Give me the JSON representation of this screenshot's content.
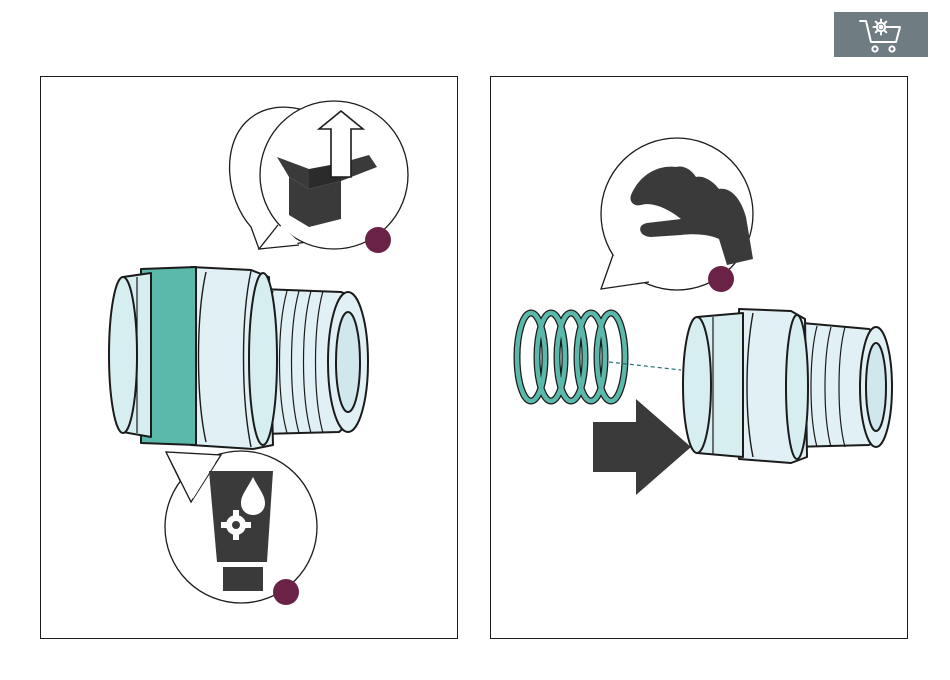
{
  "toolbar": {
    "button_icon": "cart-gear-icon",
    "button_color": "#6f7c82"
  },
  "colors": {
    "teal": "#5bb9ab",
    "light_teal": "#d7eef0",
    "pale_blue": "#e1f0f4",
    "dark": "#3a3a3a",
    "accent_dot": "#6a2346",
    "outline": "#1b1b1b"
  },
  "panels": [
    {
      "id": "step-remove",
      "callouts": [
        {
          "icon": "unpacking-box-icon",
          "marker": "accent-dot"
        },
        {
          "icon": "grease-tube-icon",
          "marker": "accent-dot"
        }
      ],
      "part": "threaded-coupling-with-teal-ring"
    },
    {
      "id": "step-insert-spring",
      "callouts": [
        {
          "icon": "grabbing-hand-icon",
          "marker": "accent-dot"
        }
      ],
      "parts": [
        "spring",
        "threaded-coupling"
      ],
      "arrow": "insert-direction-arrow"
    }
  ]
}
